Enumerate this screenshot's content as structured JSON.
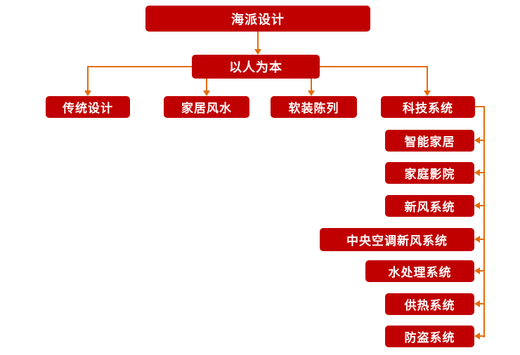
{
  "colors": {
    "box": "#C00000",
    "connector": "#E36C09",
    "text": "#FFFFFF"
  },
  "nodes": {
    "root": "海派设计",
    "center": "以人为本",
    "branches": [
      "传统设计",
      "家居风水",
      "软装陈列",
      "科技系统"
    ],
    "tech_children": [
      "智能家居",
      "家庭影院",
      "新风系统",
      "中央空调新风系统",
      "水处理系统",
      "供热系统",
      "防盗系统"
    ]
  }
}
